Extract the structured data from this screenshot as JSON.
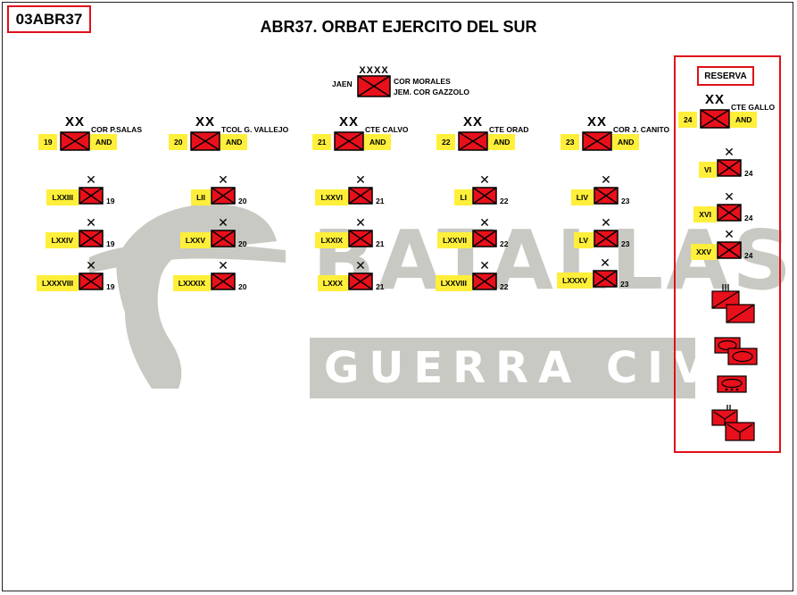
{
  "page_code": "03ABR37",
  "title": "ABR37. ORBAT EJERCITO DEL SUR",
  "watermark": {
    "line1": "BATALLAS",
    "line2": "GUERRA CIVIL"
  },
  "colors": {
    "unit_fill": "#e8101a",
    "highlight": "#ffef3a",
    "border_red": "#e0101a",
    "watermark": "#c9c9c3"
  },
  "army": {
    "echelon": "XXXX",
    "left_label": "JAEN",
    "commander_1": "COR MORALES",
    "commander_2": "JEM. COR GAZZOLO"
  },
  "divisions": [
    {
      "number": "19",
      "echelon": "XX",
      "commander": "COR P.SALAS",
      "region": "AND",
      "brigades": [
        {
          "name": "LXXIII",
          "parent": "19"
        },
        {
          "name": "LXXIV",
          "parent": "19"
        },
        {
          "name": "LXXXVIII",
          "parent": "19"
        }
      ]
    },
    {
      "number": "20",
      "echelon": "XX",
      "commander": "TCOL G. VALLEJO",
      "region": "AND",
      "brigades": [
        {
          "name": "LII",
          "parent": "20"
        },
        {
          "name": "LXXV",
          "parent": "20"
        },
        {
          "name": "LXXXIX",
          "parent": "20"
        }
      ]
    },
    {
      "number": "21",
      "echelon": "XX",
      "commander": "CTE CALVO",
      "region": "AND",
      "brigades": [
        {
          "name": "LXXVI",
          "parent": "21"
        },
        {
          "name": "LXXIX",
          "parent": "21"
        },
        {
          "name": "LXXX",
          "parent": "21"
        }
      ]
    },
    {
      "number": "22",
      "echelon": "XX",
      "commander": "CTE ORAD",
      "region": "AND",
      "brigades": [
        {
          "name": "LI",
          "parent": "22"
        },
        {
          "name": "LXXVII",
          "parent": "22"
        },
        {
          "name": "LXXVIII",
          "parent": "22"
        }
      ]
    },
    {
      "number": "23",
      "echelon": "XX",
      "commander": "COR J. CANITO",
      "region": "AND",
      "brigades": [
        {
          "name": "LIV",
          "parent": "23"
        },
        {
          "name": "LV",
          "parent": "23"
        },
        {
          "name": "LXXXV",
          "parent": "23"
        }
      ]
    }
  ],
  "reserve": {
    "title": "RESERVA",
    "division": {
      "number": "24",
      "echelon": "XX",
      "commander": "CTE GALLO",
      "region": "AND"
    },
    "brigades": [
      {
        "name": "VI",
        "parent": "24"
      },
      {
        "name": "XVI",
        "parent": "24"
      },
      {
        "name": "XXV",
        "parent": "24"
      }
    ],
    "support_icons": [
      "artillery-icon",
      "armor-icon",
      "armored-car-icon",
      "anti-aircraft-icon"
    ]
  }
}
